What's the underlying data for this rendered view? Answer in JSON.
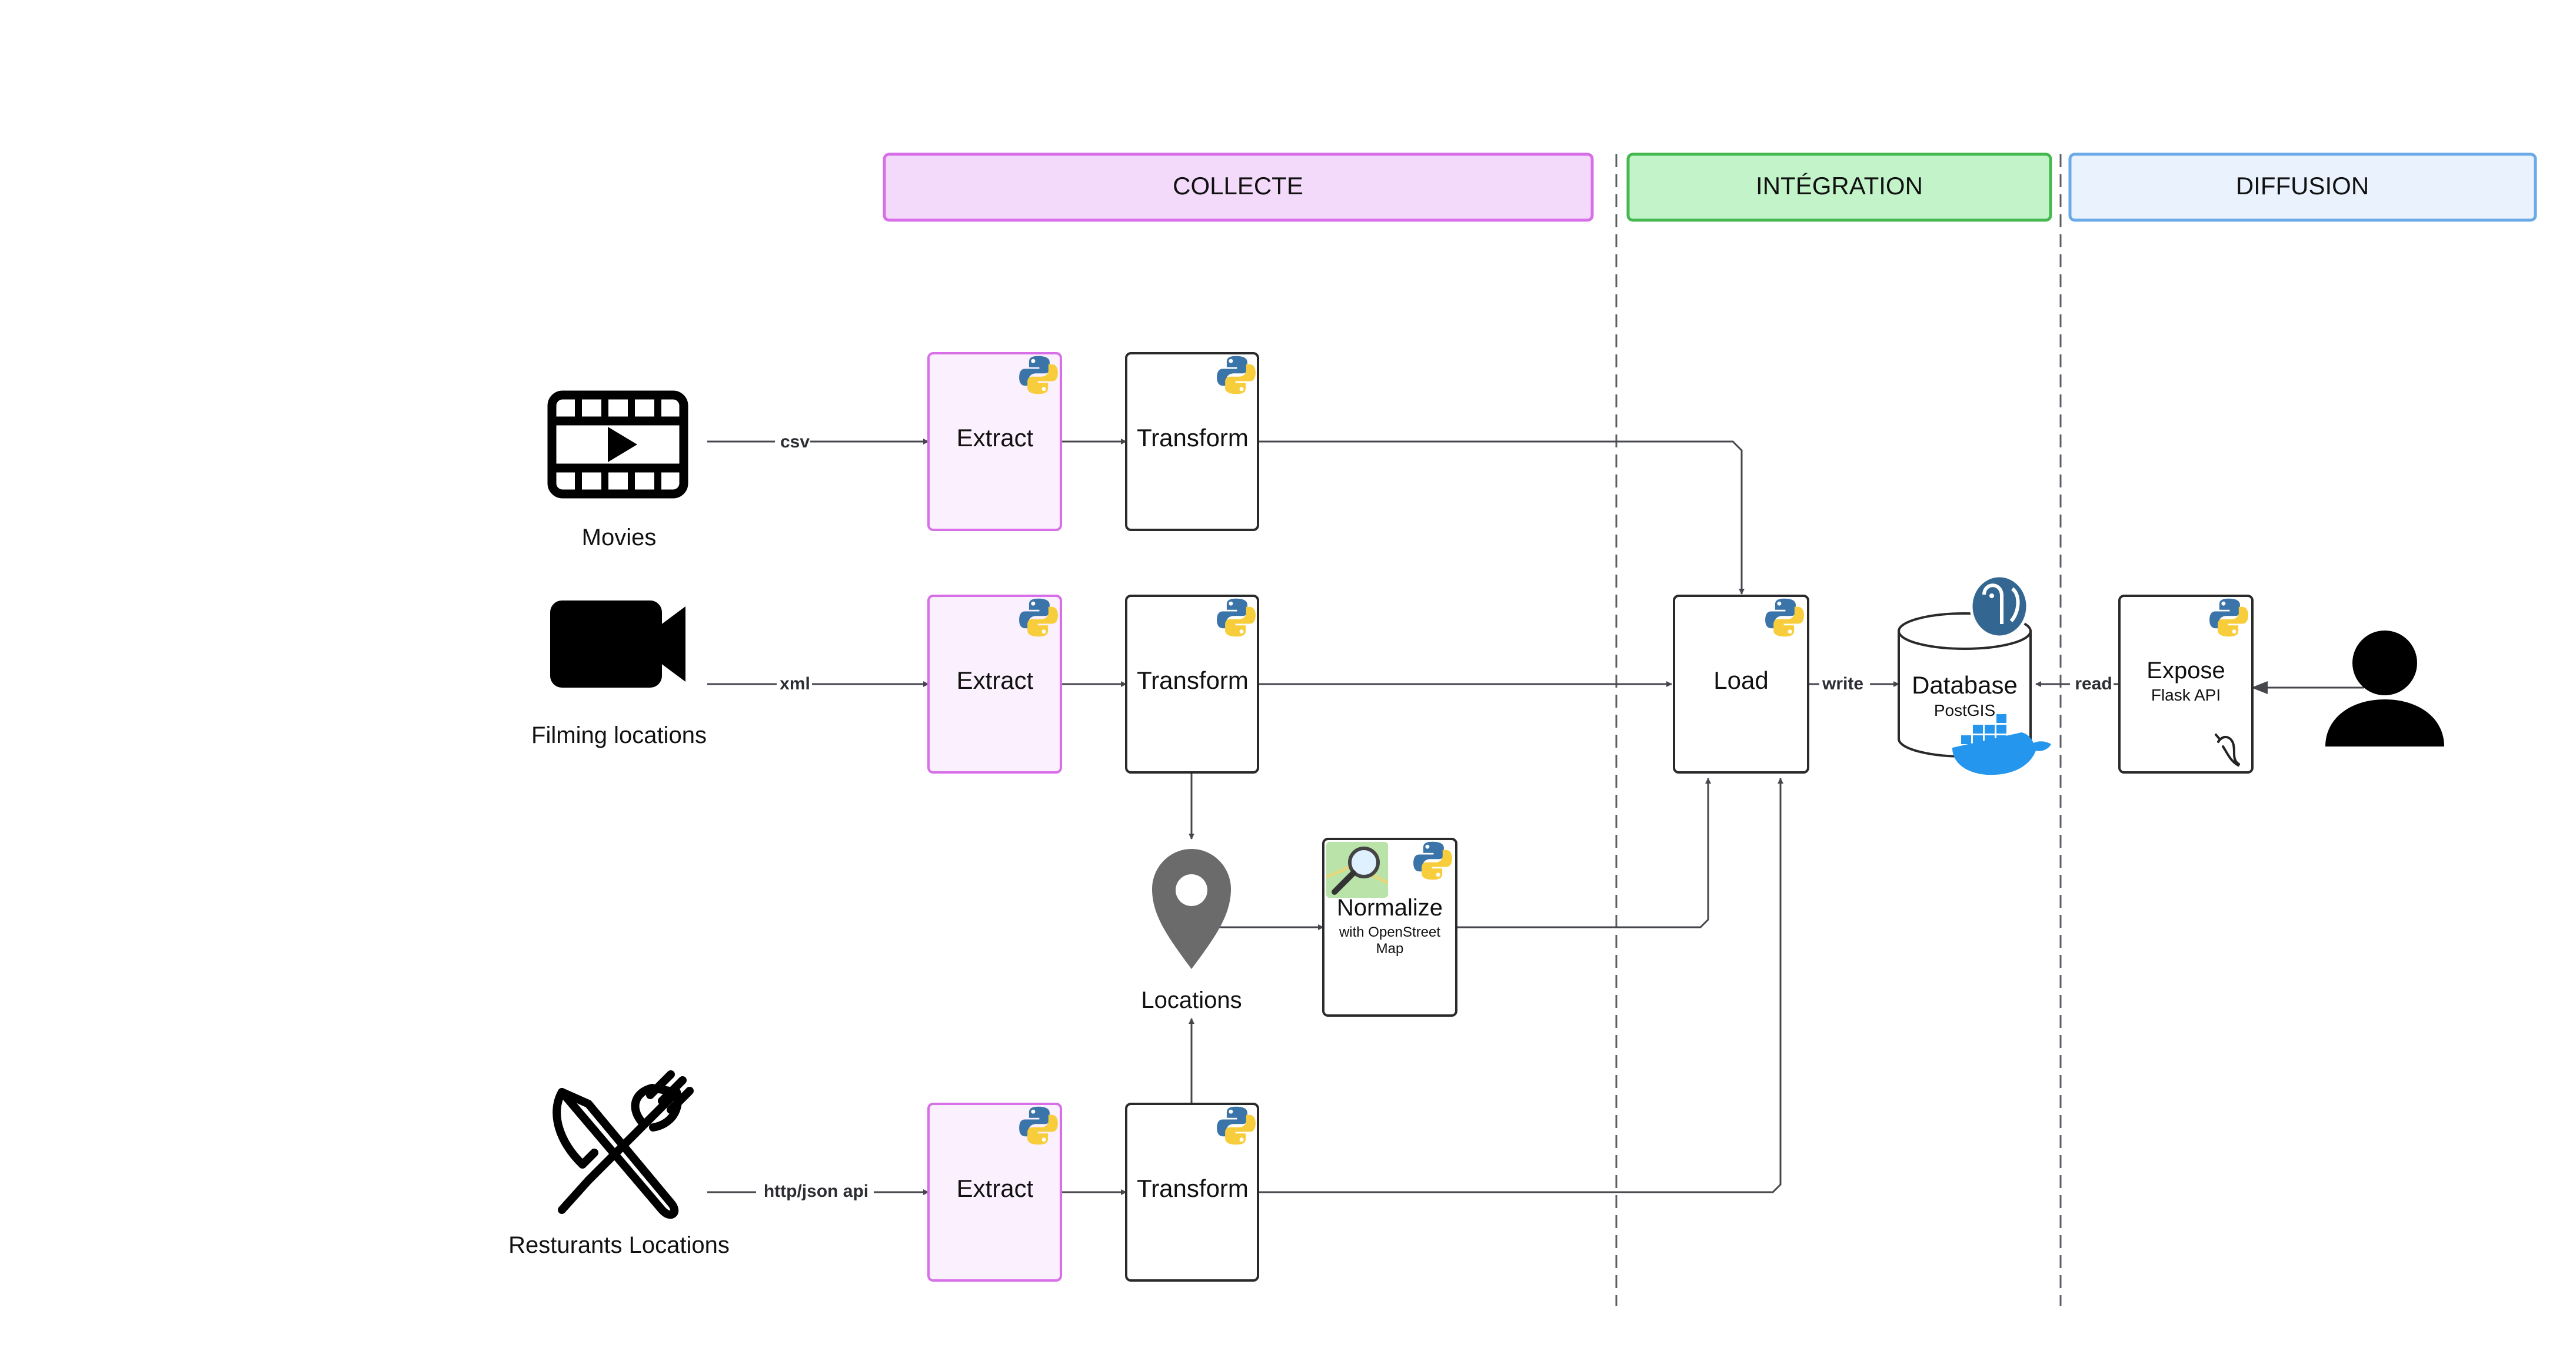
{
  "phases": {
    "collecte": {
      "label": "COLLECTE",
      "fill": "#f3d9fa",
      "stroke": "#d86fe8"
    },
    "integration": {
      "label": "INTÉGRATION",
      "fill": "#c3f4c9",
      "stroke": "#45b84f"
    },
    "diffusion": {
      "label": "DIFFUSION",
      "fill": "#e9f2fd",
      "stroke": "#6aaae8"
    }
  },
  "sources": {
    "movies": {
      "label": "Movies",
      "icon": "film-icon"
    },
    "filming": {
      "label": "Filming locations",
      "icon": "video-camera-icon"
    },
    "restaurants": {
      "label": "Resturants Locations",
      "icon": "cutlery-icon"
    }
  },
  "edges": {
    "csv": "csv",
    "xml": "xml",
    "http": "http/json api",
    "write": "write",
    "read": "read"
  },
  "steps": {
    "extract": "Extract",
    "transform": "Transform",
    "load": "Load",
    "normalize": {
      "title": "Normalize",
      "subtitle_line1": "with OpenStreet",
      "subtitle_line2": "Map"
    },
    "expose": {
      "title": "Expose",
      "subtitle": "Flask API"
    }
  },
  "database": {
    "title": "Database",
    "subtitle": "PostGIS"
  },
  "locations": {
    "label": "Locations",
    "icon": "map-pin-icon"
  },
  "user": {
    "icon": "user-icon"
  },
  "colors": {
    "extract_fill": "#fbf0fd",
    "extract_stroke": "#d86fe8",
    "box_stroke": "#2a2a2a",
    "edge": "#45474d",
    "python_blue": "#3a74a8",
    "python_yellow": "#f8cd3b",
    "postgres_blue": "#336791",
    "docker_blue": "#2496ed"
  }
}
